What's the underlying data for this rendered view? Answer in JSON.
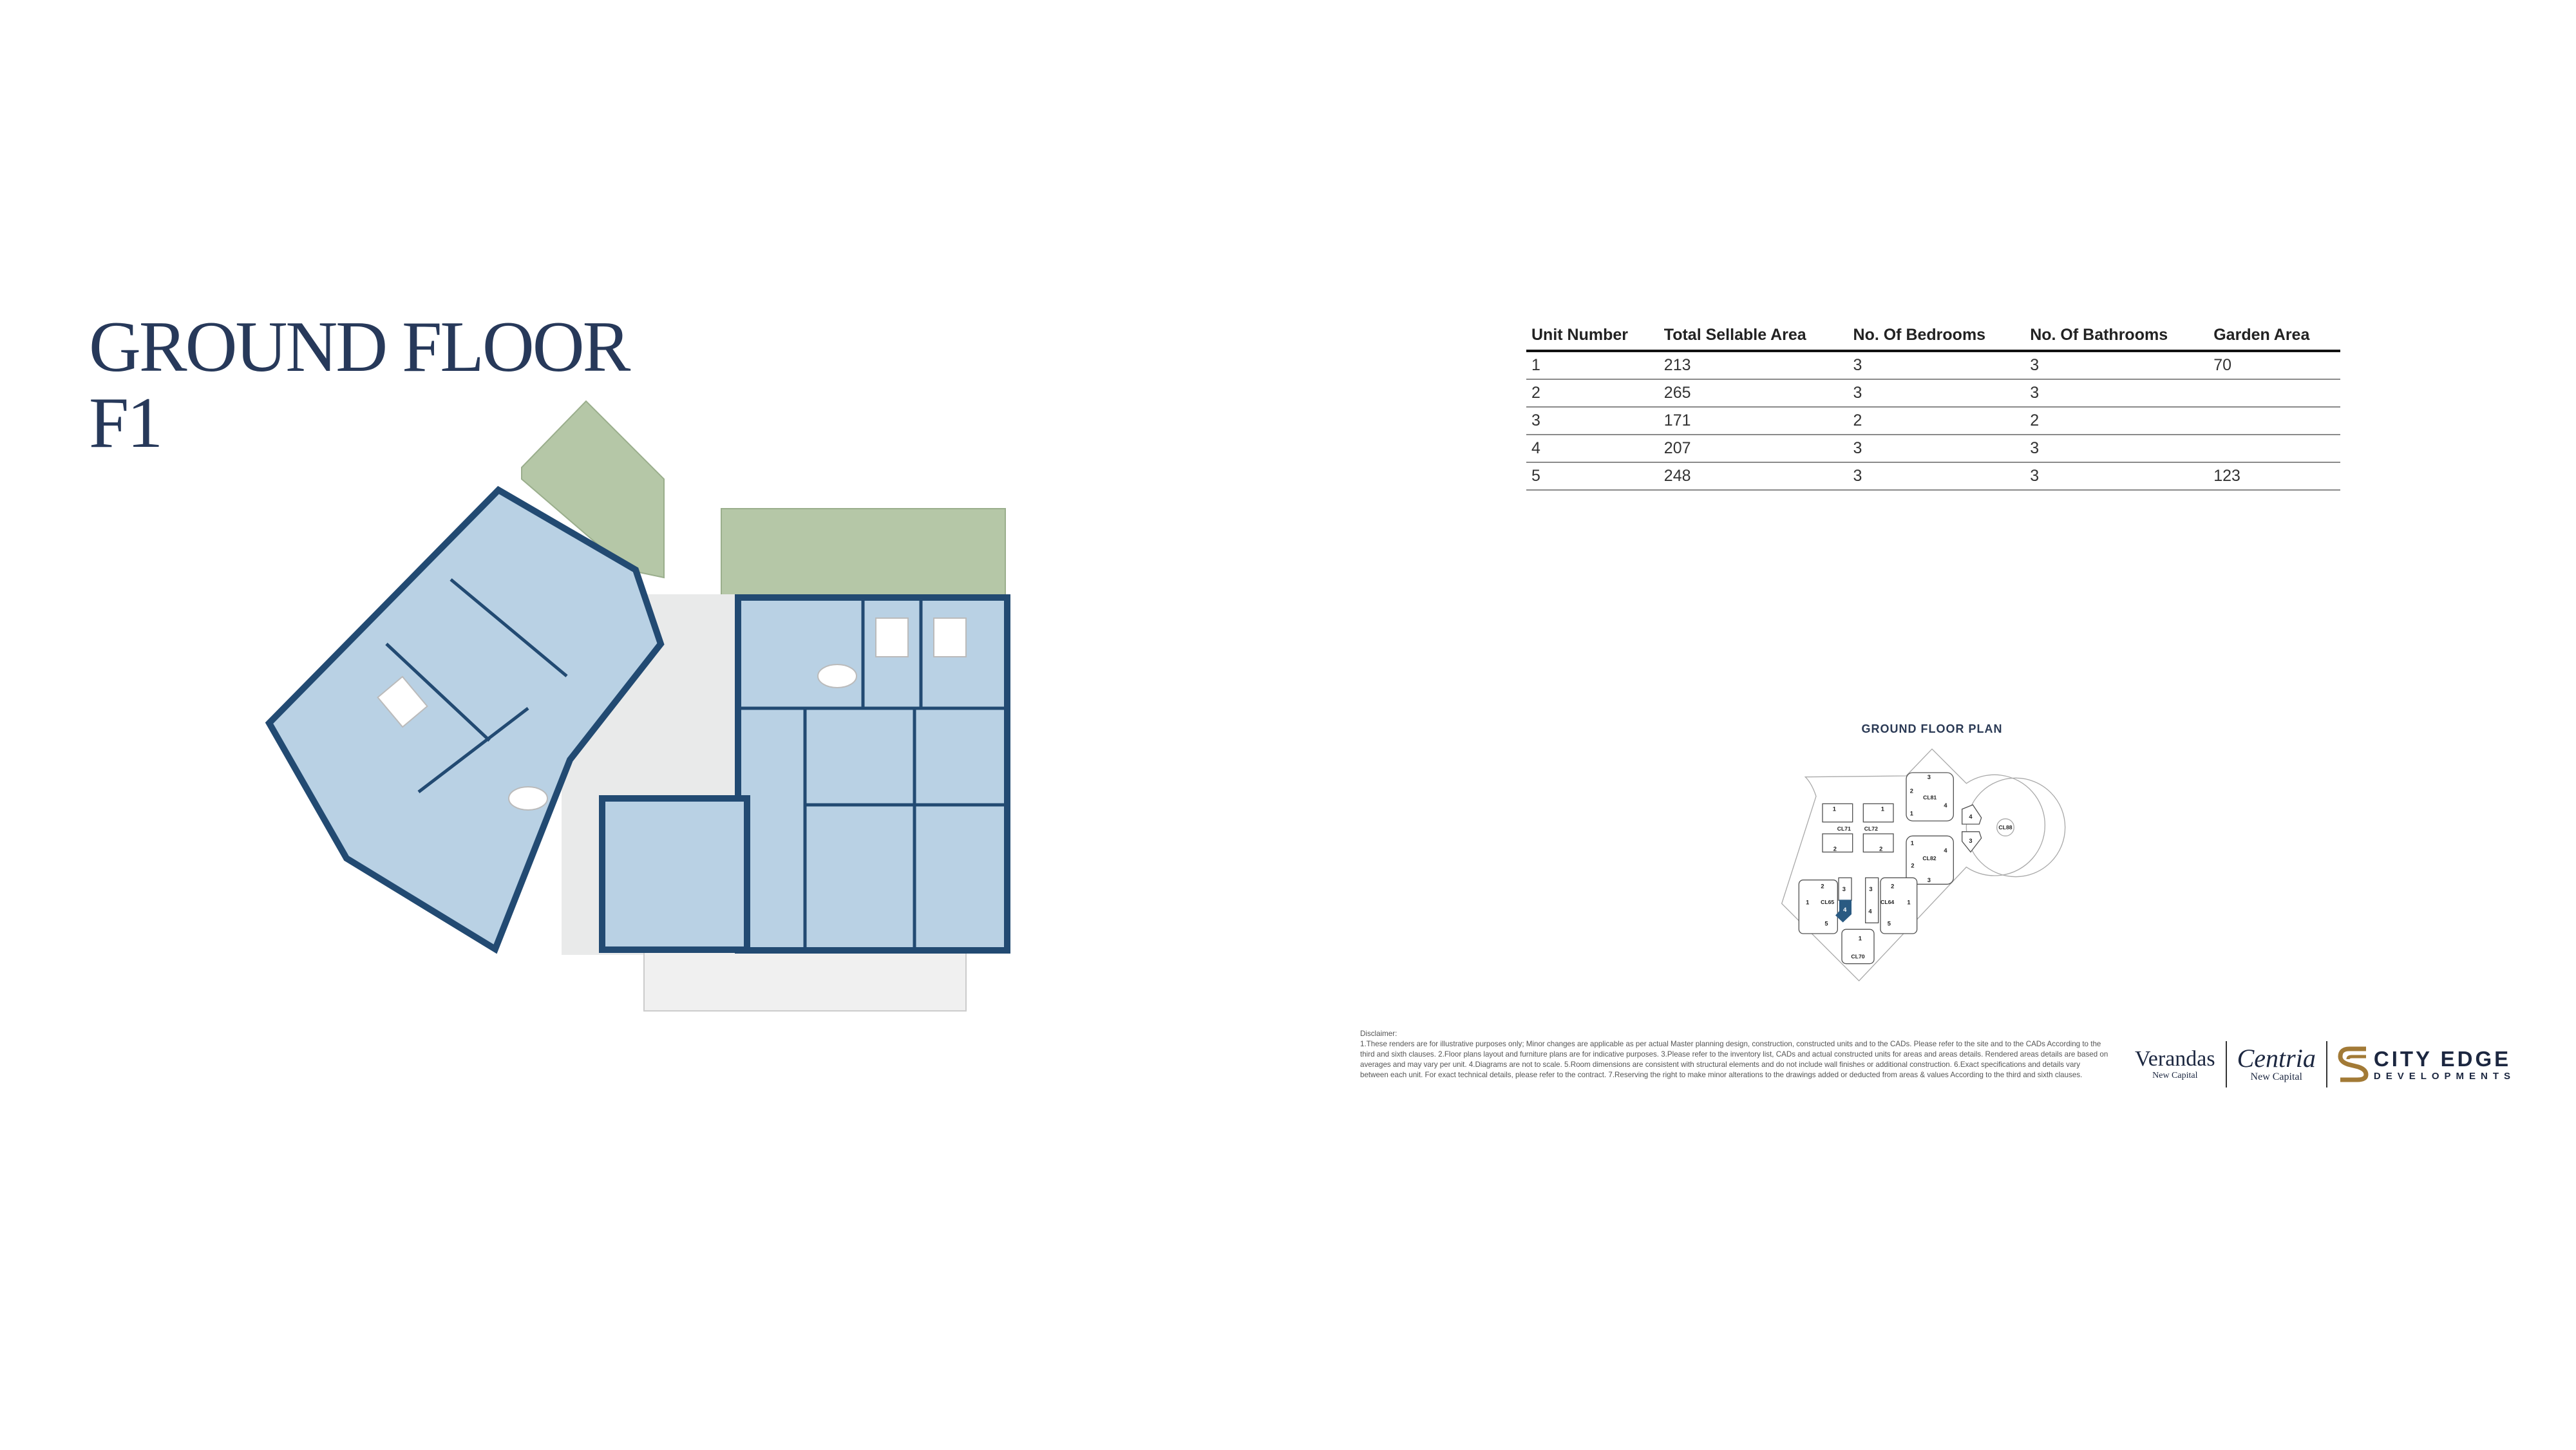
{
  "title": {
    "line1": "GROUND FLOOR",
    "line2": "F1"
  },
  "colors": {
    "navy": "#27395a",
    "unit_fill": "#b9d1e4",
    "garden": "#b5c7a7",
    "wall": "#224a72",
    "brand_gold": "#a27a36"
  },
  "table": {
    "headers": [
      "Unit Number",
      "Total Sellable Area",
      "No. Of Bedrooms",
      "No. Of Bathrooms",
      "Garden Area"
    ],
    "rows": [
      [
        "1",
        "213",
        "3",
        "3",
        "70"
      ],
      [
        "2",
        "265",
        "3",
        "3",
        ""
      ],
      [
        "3",
        "171",
        "2",
        "2",
        ""
      ],
      [
        "4",
        "207",
        "3",
        "3",
        ""
      ],
      [
        "5",
        "248",
        "3",
        "3",
        "123"
      ]
    ]
  },
  "keyplan": {
    "title": "GROUND FLOOR PLAN",
    "clusters": [
      "CL71",
      "CL72",
      "CL81",
      "CL82",
      "CL88",
      "CL65",
      "CL64",
      "CL70"
    ],
    "units": [
      "1",
      "2",
      "1",
      "2",
      "3",
      "2",
      "1",
      "4",
      "1",
      "2",
      "3",
      "4",
      "4",
      "3",
      "2",
      "3",
      "1",
      "4",
      "5",
      "3",
      "2",
      "1",
      "4",
      "5",
      "1"
    ],
    "highlighted_unit": "4",
    "highlighted_cluster": "CL65"
  },
  "disclaimer": {
    "heading": "Disclaimer:",
    "text": "1.These renders are for illustrative purposes only; Minor changes are applicable as per actual Master planning design, construction, constructed units and to the CADs. Please refer to the site and to the CADs According to the third and sixth clauses. 2.Floor plans layout and furniture plans are for indicative purposes. 3.Please refer to the inventory list, CADs and actual constructed units for areas and areas details. Rendered areas details are based on averages and may vary per unit. 4.Diagrams are not to scale. 5.Room dimensions are consistent with structural elements and do not include wall finishes or additional construction. 6.Exact specifications and details vary between each unit. For exact technical details, please refer to the contract. 7.Reserving the right to make minor alterations to the drawings added or deducted from areas & values According to the third and sixth clauses."
  },
  "logos": {
    "verandas": "Verandas",
    "verandas_sub": "New Capital",
    "centria": "Centria",
    "centria_sub": "New Capital",
    "cityedge": "CITY EDGE",
    "cityedge_sub": "DEVELOPMENTS"
  }
}
